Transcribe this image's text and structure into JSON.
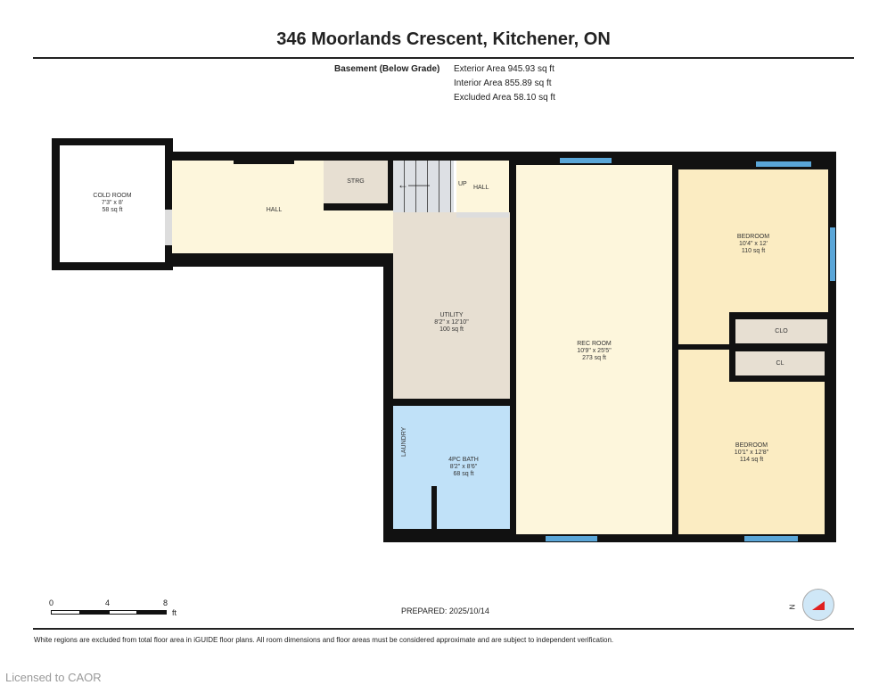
{
  "title": "346 Moorlands Crescent, Kitchener, ON",
  "level": "Basement (Below Grade)",
  "areas": [
    "Exterior Area 945.93 sq ft",
    "Interior Area 855.89 sq ft",
    "Excluded Area 58.10 sq ft"
  ],
  "rooms": {
    "cold_room": {
      "name": "COLD ROOM",
      "dims": "7'3\" x 8'",
      "area": "58 sq ft"
    },
    "hall": {
      "name": "HALL"
    },
    "strg": {
      "name": "STRG"
    },
    "stairs": {
      "label": "UP"
    },
    "hall2": {
      "name": "HALL"
    },
    "utility": {
      "name": "UTILITY",
      "dims": "8'2\" x 12'10\"",
      "area": "100 sq ft"
    },
    "laundry": {
      "name": "LAUNDRY"
    },
    "bath": {
      "name": "4PC BATH",
      "dims": "8'2\" x 8'6\"",
      "area": "68 sq ft"
    },
    "rec": {
      "name": "REC ROOM",
      "dims": "10'9\" x 25'5\"",
      "area": "273 sq ft"
    },
    "bed1": {
      "name": "BEDROOM",
      "dims": "10'4\" x 12'",
      "area": "110 sq ft"
    },
    "clo": {
      "name": "CLO"
    },
    "cl": {
      "name": "CL"
    },
    "bed2": {
      "name": "BEDROOM",
      "dims": "10'1\" x 12'8\"",
      "area": "114 sq ft"
    }
  },
  "scale": {
    "ticks": [
      "0",
      "4",
      "8"
    ],
    "unit": "ft"
  },
  "prepared": "PREPARED: 2025/10/14",
  "compass": "N",
  "disclaimer": "White regions are excluded from total floor area in iGUIDE floor plans. All room dimensions and floor areas must be considered approximate and are subject to independent verification.",
  "license": "Licensed to CAOR",
  "colors": {
    "cream": "#fdf6dc",
    "tan": "#e7dfd2",
    "blue": "#c0e1f8",
    "yellow": "#fbecc2",
    "window": "#5aa6d8"
  }
}
